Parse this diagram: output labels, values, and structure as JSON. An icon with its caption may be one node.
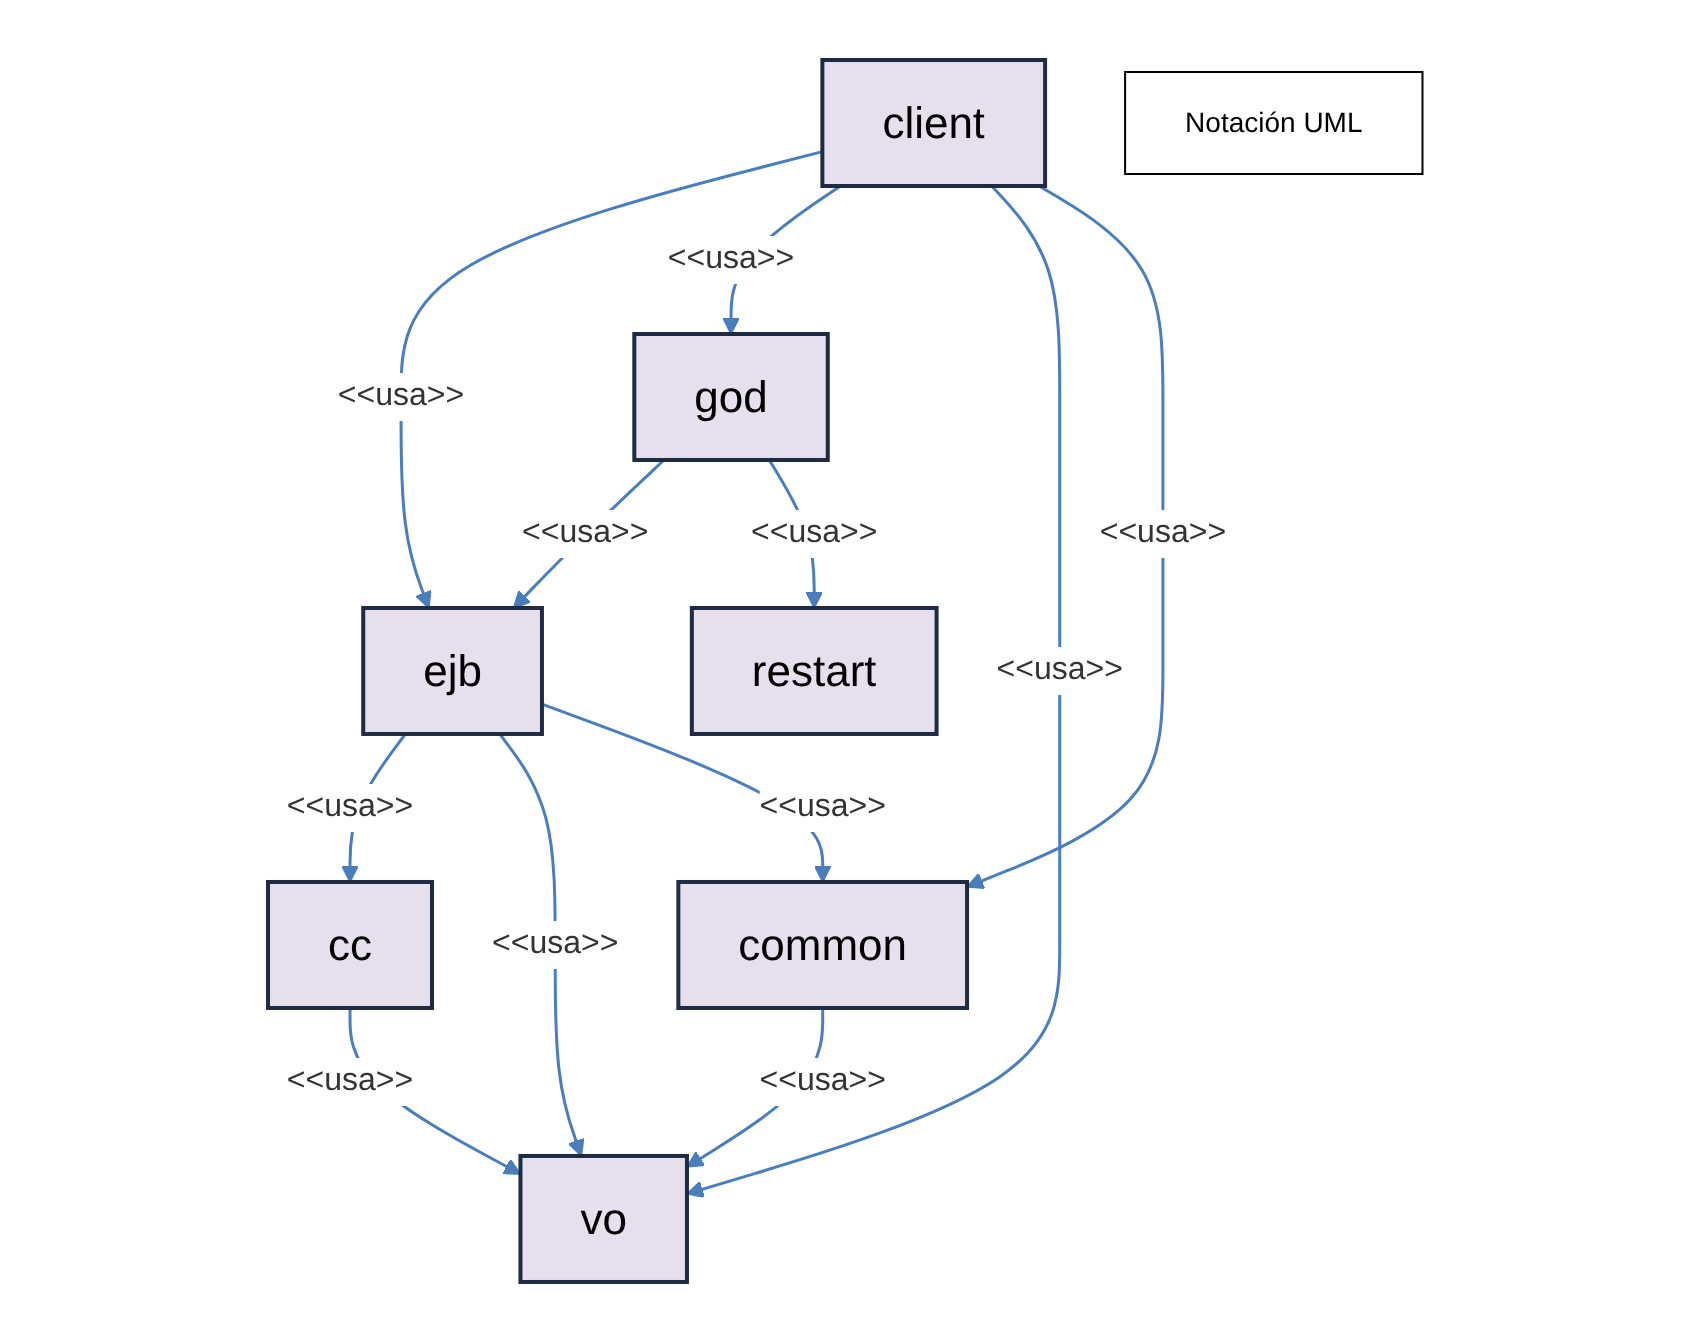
{
  "diagram": {
    "nodes": [
      {
        "text": [
          "client"
        ]
      },
      {
        "text": [
          "Notación UML"
        ]
      },
      {
        "text": [
          "ejb"
        ]
      },
      {
        "text": [
          "god"
        ]
      },
      {
        "text": [
          "cc"
        ]
      },
      {
        "text": [
          "restart"
        ]
      },
      {
        "text": [
          "vo"
        ]
      },
      {
        "text": [
          "common"
        ]
      }
    ],
    "edges": [
      {
        "from": 0,
        "to": 2,
        "arrow": "to",
        "label": "<<usa>>"
      },
      {
        "from": 0,
        "to": 3,
        "arrow": "to",
        "label": "<<usa>>"
      },
      {
        "from": 0,
        "to": 6,
        "arrow": "to",
        "label": "<<usa>>"
      },
      {
        "from": 0,
        "to": 7,
        "arrow": "to",
        "label": "<<usa>>"
      },
      {
        "from": 3,
        "to": 2,
        "arrow": "to",
        "label": "<<usa>>"
      },
      {
        "from": 3,
        "to": 5,
        "arrow": "to",
        "label": "<<usa>>"
      },
      {
        "from": 2,
        "to": 4,
        "arrow": "to",
        "label": "<<usa>>"
      },
      {
        "from": 2,
        "to": 6,
        "arrow": "to",
        "label": "<<usa>>"
      },
      {
        "from": 2,
        "to": 7,
        "arrow": "to",
        "label": "<<usa>>"
      },
      {
        "from": 4,
        "to": 6,
        "arrow": "to",
        "label": "<<usa>>"
      },
      {
        "from": 7,
        "to": 6,
        "arrow": "to",
        "label": "<<usa>>"
      }
    ]
  }
}
